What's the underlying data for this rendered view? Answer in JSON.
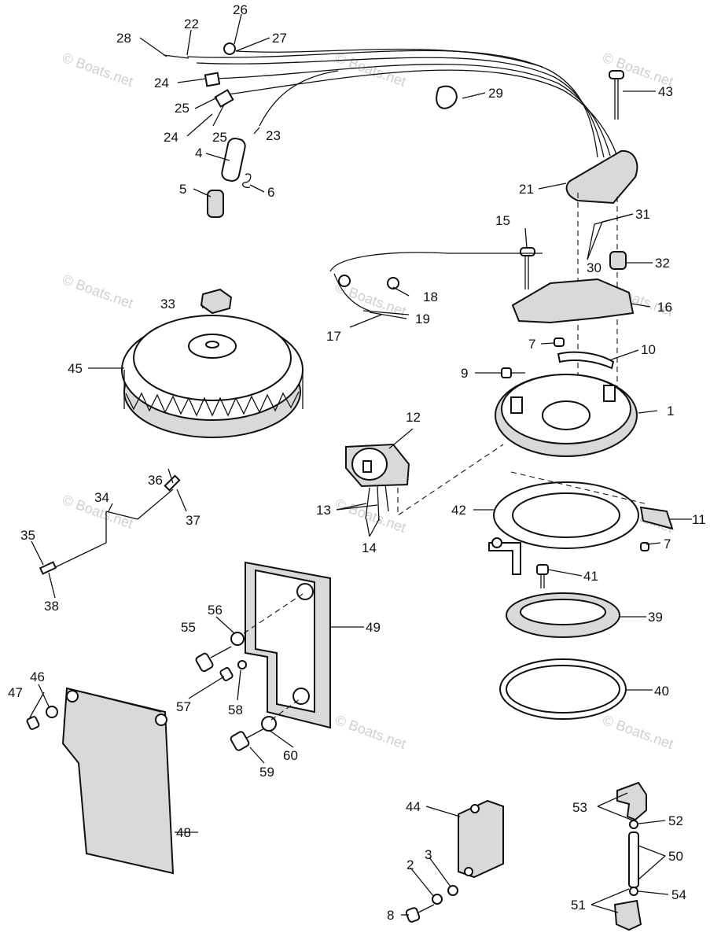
{
  "watermark": "© Boats.net",
  "callouts": [
    "1",
    "2",
    "3",
    "4",
    "5",
    "6",
    "7",
    "7",
    "8",
    "9",
    "10",
    "11",
    "12",
    "13",
    "14",
    "15",
    "16",
    "17",
    "18",
    "19",
    "21",
    "22",
    "23",
    "24",
    "24",
    "25",
    "25",
    "26",
    "27",
    "28",
    "29",
    "30",
    "31",
    "32",
    "33",
    "34",
    "35",
    "36",
    "37",
    "38",
    "39",
    "40",
    "41",
    "42",
    "43",
    "44",
    "45",
    "46",
    "47",
    "48",
    "49",
    "50",
    "51",
    "52",
    "53",
    "54",
    "55",
    "56",
    "57",
    "58",
    "59",
    "60"
  ]
}
